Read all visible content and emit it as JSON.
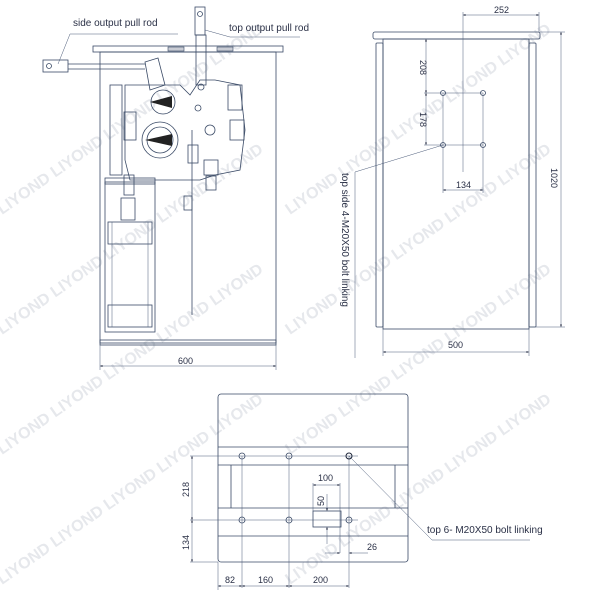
{
  "watermark": "LIYOND LIYOND LIYOND LIYOND LIYOND",
  "side_view": {
    "side_rod_label": "side output pull rod",
    "top_rod_label": "top output pull rod",
    "width_dim": "600"
  },
  "top_view": {
    "dim_252": "252",
    "dim_208": "208",
    "dim_178": "178",
    "dim_134": "134",
    "dim_1020": "1020",
    "dim_500": "500",
    "bolt_label": "top side 4-M20X50 bolt linking"
  },
  "bottom_view": {
    "dim_218": "218",
    "dim_134": "134",
    "dim_100": "100",
    "dim_50": "50",
    "dim_26": "26",
    "dim_82": "82",
    "dim_160": "160",
    "dim_200": "200",
    "bolt_label": "top 6- M20X50 bolt linking"
  }
}
